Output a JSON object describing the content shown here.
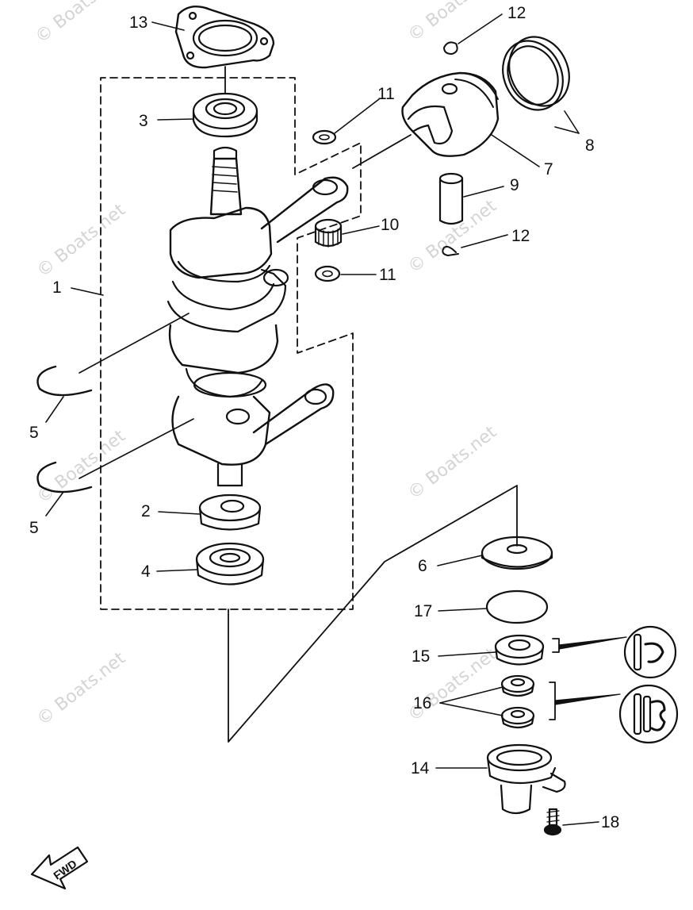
{
  "watermark": "© Boats.net",
  "direction_label": "FWD",
  "callouts": {
    "c1": "1",
    "c2": "2",
    "c3": "3",
    "c4": "4",
    "c5a": "5",
    "c5b": "5",
    "c6": "6",
    "c7": "7",
    "c8": "8",
    "c9": "9",
    "c10": "10",
    "c11a": "11",
    "c11b": "11",
    "c12a": "12",
    "c12b": "12",
    "c13": "13",
    "c14": "14",
    "c15": "15",
    "c16": "16",
    "c17": "17",
    "c18": "18"
  },
  "colors": {
    "ink": "#111111",
    "watermark": "#d4d4d4",
    "paper": "#ffffff"
  }
}
